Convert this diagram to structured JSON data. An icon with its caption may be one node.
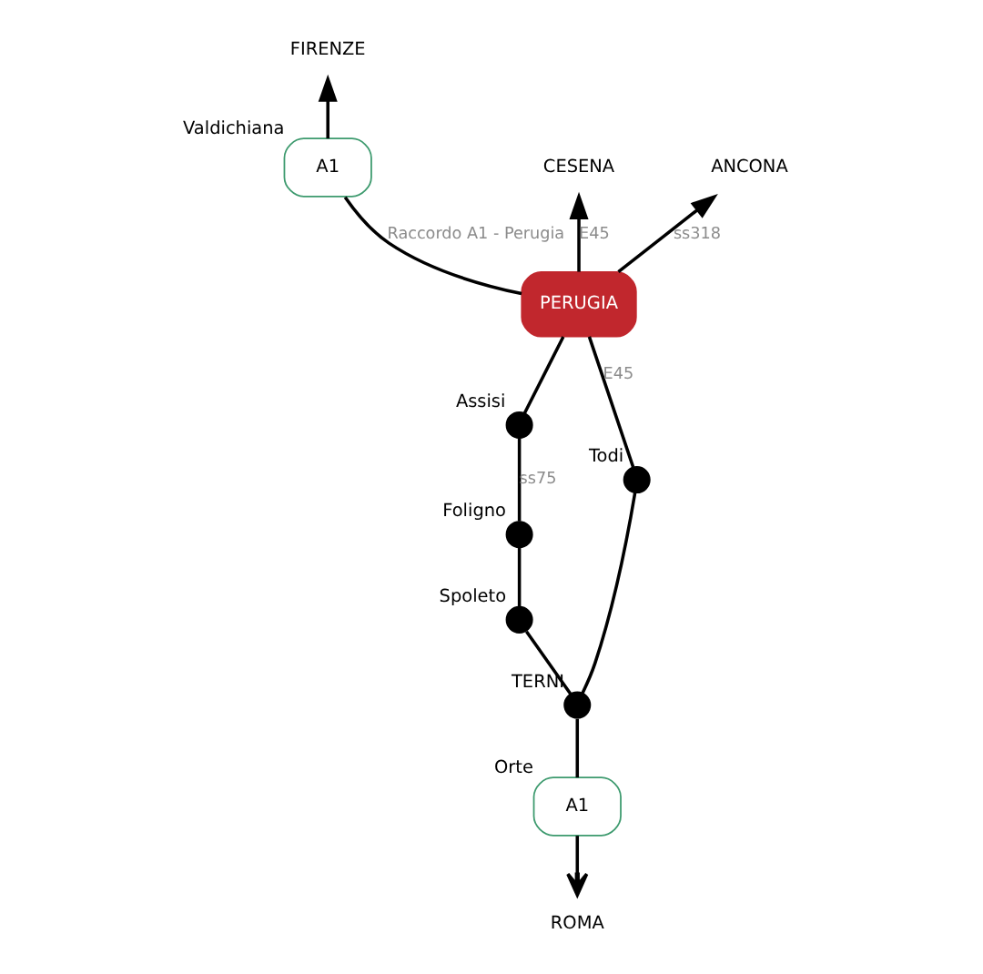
{
  "diagram": {
    "nodes": [
      {
        "text": [
          "PERUGIA"
        ]
      },
      {
        "text": [
          "A1"
        ],
        "beside": [
          "Valdichiana"
        ]
      },
      {
        "text": [
          "FIRENZE"
        ]
      },
      {
        "text": [
          "CESENA"
        ]
      },
      {
        "text": [
          "ANCONA"
        ]
      },
      {
        "text": [],
        "shape": "circle",
        "beside": [
          "Assisi"
        ]
      },
      {
        "text": [],
        "shape": "circle",
        "beside": [
          "Foligno"
        ]
      },
      {
        "text": [],
        "shape": "circle",
        "beside": [
          "Spoleto"
        ]
      },
      {
        "text": [],
        "shape": "circle",
        "beside": [
          "Todi"
        ]
      },
      {
        "text": [],
        "shape": "circle",
        "beside": [
          "TERNI"
        ]
      },
      {
        "text": [
          "A1"
        ],
        "beside": [
          "Orte"
        ]
      },
      {
        "text": [
          "ROMA"
        ]
      }
    ],
    "edges": [
      {
        "from": 0,
        "to": 1,
        "arrow": "none",
        "label": "Raccordo A1 - Perugia"
      },
      {
        "from": 1,
        "to": 2,
        "arrow": "to"
      },
      {
        "from": 0,
        "to": 3,
        "arrow": "to",
        "label": "E45"
      },
      {
        "from": 0,
        "to": 4,
        "arrow": "to",
        "label": "ss318"
      },
      {
        "from": 0,
        "to": 5,
        "arrow": "none"
      },
      {
        "from": 5,
        "to": 6,
        "arrow": "none",
        "label": "ss75"
      },
      {
        "from": 6,
        "to": 7,
        "arrow": "none"
      },
      {
        "from": 7,
        "to": 9,
        "arrow": "none"
      },
      {
        "from": 0,
        "to": 8,
        "arrow": "none",
        "label": "E45"
      },
      {
        "from": 8,
        "to": 9,
        "arrow": "none"
      },
      {
        "from": 9,
        "to": 10,
        "arrow": "none"
      },
      {
        "from": 10,
        "to": 11,
        "arrow": "to"
      }
    ]
  }
}
